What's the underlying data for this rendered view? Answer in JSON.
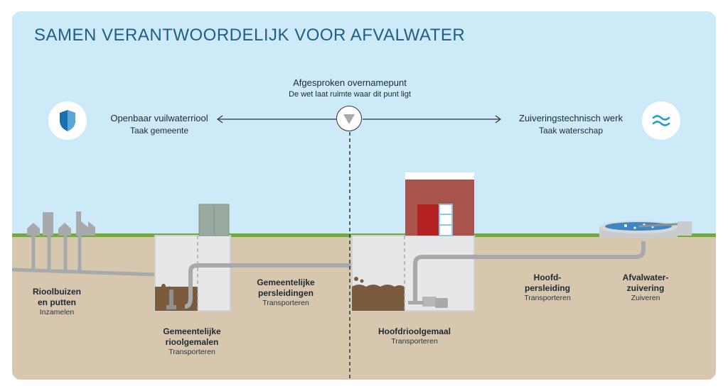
{
  "title": "SAMEN VERANTWOORDELIJK VOOR AFVALWATER",
  "handover": {
    "title": "Afgesproken overnamepunt",
    "subtitle": "De wet laat ruimte waar dit punt ligt"
  },
  "left_side": {
    "title": "Openbaar vuilwaterriool",
    "subtitle": "Taak gemeente",
    "icon": "shield-icon"
  },
  "right_side": {
    "title": "Zuiveringstechnisch werk",
    "subtitle": "Taak waterschap",
    "icon": "water-waves-icon"
  },
  "stages": [
    {
      "title_line1": "Rioolbuizen",
      "title_line2": "en putten",
      "subtitle": "Inzamelen"
    },
    {
      "title_line1": "Gemeentelijke",
      "title_line2": "rioolgemalen",
      "subtitle": "Transporteren"
    },
    {
      "title_line1": "Gemeentelijke",
      "title_line2": "persleidingen",
      "subtitle": "Transporteren"
    },
    {
      "title_line1": "Hoofdrioolgemaal",
      "title_line2": "",
      "subtitle": "Transporteren"
    },
    {
      "title_line1": "Hoofd-",
      "title_line2": "persleiding",
      "subtitle": "Transporteren"
    },
    {
      "title_line1": "Afvalwater-",
      "title_line2": "zuivering",
      "subtitle": "Zuiveren"
    }
  ],
  "colors": {
    "sky": "#cdeaf8",
    "ground": "#d6c7ae",
    "grass": "#72a93b",
    "title": "#1f5f87",
    "pipe": "#a7a9ab",
    "sludge": "#7b5b3d",
    "building": "#a8544c",
    "door": "#b52224",
    "shield": "#1a6fb0"
  }
}
